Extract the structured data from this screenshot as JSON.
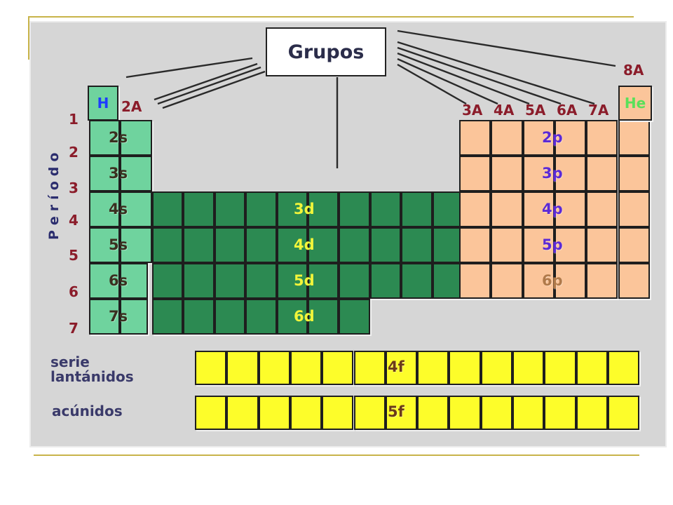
{
  "title": "Grupos",
  "axis_label": "Período",
  "periods": [
    "1",
    "2",
    "3",
    "4",
    "5",
    "6",
    "7"
  ],
  "groups": [
    "2A",
    "3A",
    "4A",
    "5A",
    "6A",
    "7A",
    "8A"
  ],
  "elements": {
    "hydrogen": "H",
    "helium": "He"
  },
  "blocks": {
    "s": [
      "2s",
      "3s",
      "4s",
      "5s",
      "6s",
      "7s"
    ],
    "d": [
      "3d",
      "4d",
      "5d",
      "6d"
    ],
    "p": [
      "2p",
      "3p",
      "4p",
      "5p",
      "6p"
    ],
    "f": [
      "4f",
      "5f"
    ]
  },
  "series": {
    "lanthanides": [
      "serie",
      "lantánidos"
    ],
    "actinides": "acúnidos"
  },
  "colors": {
    "s_block": "#6fd39e",
    "d_block": "#2c8a52",
    "p_block": "#fbc59a",
    "f_block": "#fdfd2a",
    "hydrogen_text": "#1e3cff",
    "helium_text": "#5ae05a",
    "group_text": "#8b1c2a"
  }
}
